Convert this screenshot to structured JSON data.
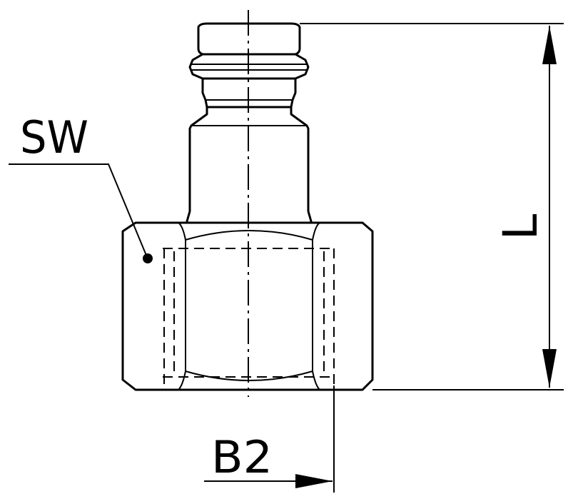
{
  "labels": {
    "wrench_size": "SW",
    "length": "L",
    "thread": "B2"
  },
  "colors": {
    "line": "#000000",
    "background": "#ffffff"
  }
}
